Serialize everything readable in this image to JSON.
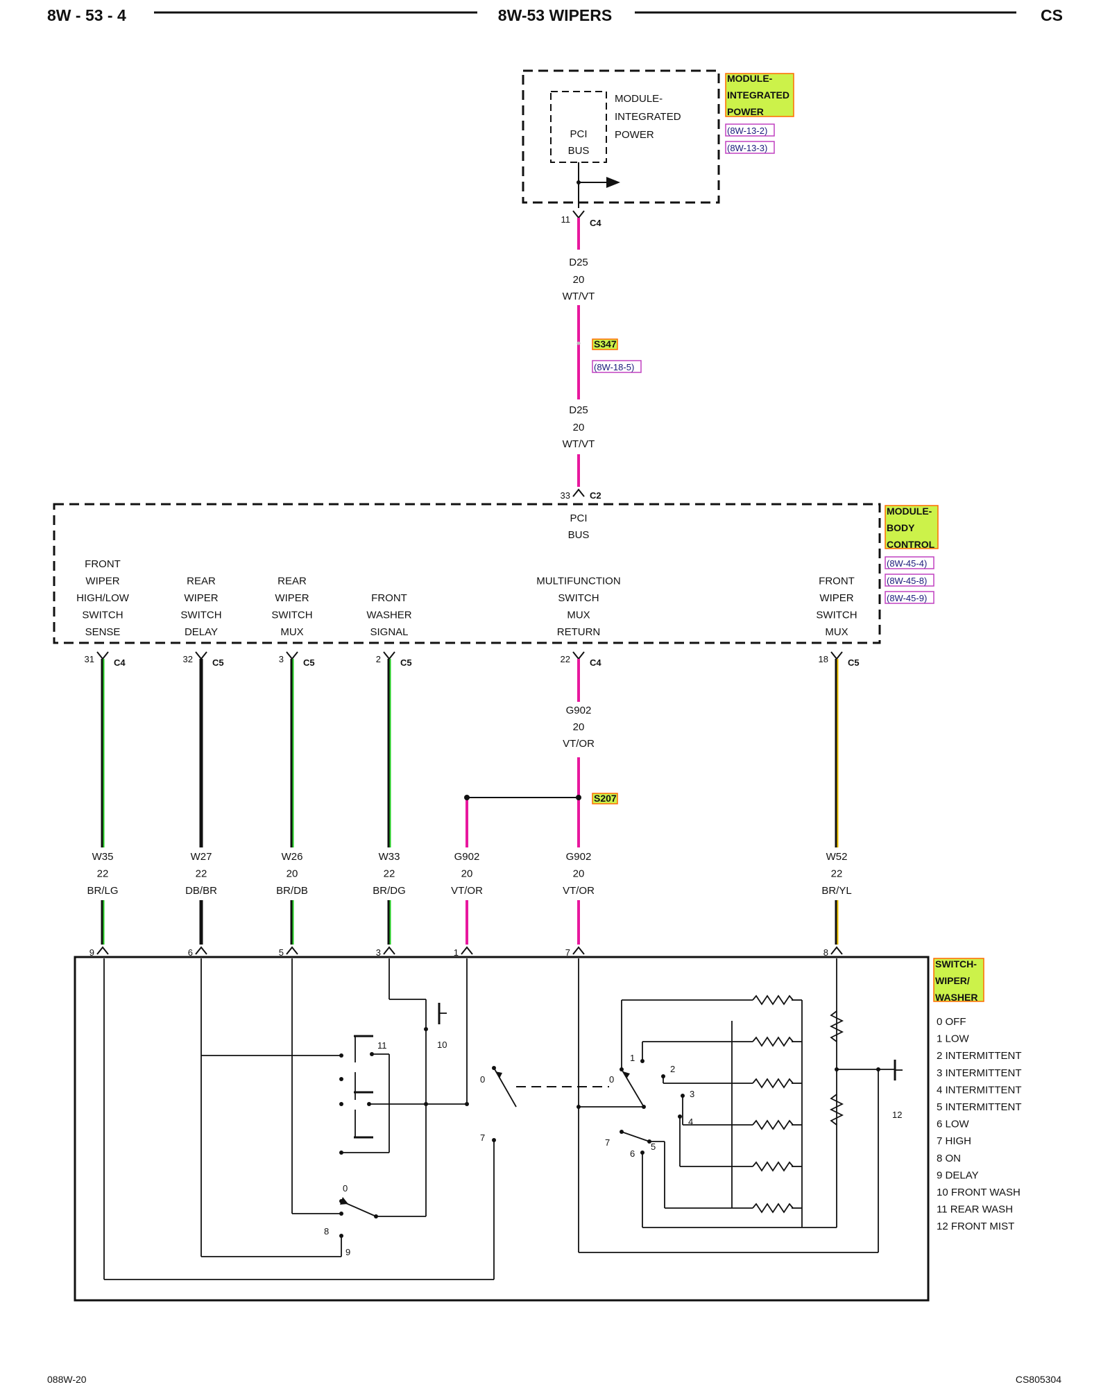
{
  "header": {
    "page_code": "8W - 53 - 4",
    "title": "8W-53 WIPERS",
    "model": "CS"
  },
  "footer": {
    "left": "088W-20",
    "right": "CS805304"
  },
  "colors": {
    "wire_vt": "#e8189e",
    "wire_lg": "#22cc22",
    "wire_yl": "#f0c400",
    "wire_dark": "#111111",
    "tag_bg": "#ccf24a",
    "tag_border": "#ff6a00",
    "ref_border": "#c040c0"
  },
  "mip": {
    "title_lines": [
      "MODULE-",
      "INTEGRATED",
      "POWER"
    ],
    "pci_lines": [
      "PCI",
      "BUS"
    ],
    "tag_lines": [
      "MODULE-",
      "INTEGRATED",
      "POWER"
    ],
    "refs": [
      "(8W-13-2)",
      "(8W-13-3)"
    ],
    "pin": "11",
    "connector": "C4"
  },
  "wire_d25": {
    "upper": [
      "D25",
      "20",
      "WT/VT"
    ],
    "lower": [
      "D25",
      "20",
      "WT/VT"
    ]
  },
  "splice_s347": {
    "tag": "S347",
    "ref": "(8W-18-5)"
  },
  "bcm": {
    "pin": "33",
    "connector": "C2",
    "pci_lines": [
      "PCI",
      "BUS"
    ],
    "tag_lines": [
      "MODULE-",
      "BODY",
      "CONTROL"
    ],
    "refs": [
      "(8W-45-4)",
      "(8W-45-8)",
      "(8W-45-9)"
    ],
    "circuits": [
      {
        "lines": [
          "FRONT",
          "WIPER",
          "HIGH/LOW",
          "SWITCH",
          "SENSE"
        ],
        "pin": "31",
        "connector": "C4"
      },
      {
        "lines": [
          "REAR",
          "WIPER",
          "SWITCH",
          "DELAY"
        ],
        "pin": "32",
        "connector": "C5"
      },
      {
        "lines": [
          "REAR",
          "WIPER",
          "SWITCH",
          "MUX"
        ],
        "pin": "3",
        "connector": "C5"
      },
      {
        "lines": [
          "FRONT",
          "WASHER",
          "SIGNAL"
        ],
        "pin": "2",
        "connector": "C5"
      },
      {
        "lines": [
          "MULTIFUNCTION",
          "SWITCH",
          "MUX",
          "RETURN"
        ],
        "pin": "22",
        "connector": "C4"
      },
      {
        "lines": [
          "FRONT",
          "WIPER",
          "SWITCH",
          "MUX"
        ],
        "pin": "18",
        "connector": "C5"
      }
    ]
  },
  "wire_g902_upper": [
    "G902",
    "20",
    "VT/OR"
  ],
  "splice_s207": {
    "tag": "S207"
  },
  "harness_wires": [
    {
      "lines": [
        "W35",
        "22",
        "BR/LG"
      ],
      "switch_pin": "9"
    },
    {
      "lines": [
        "W27",
        "22",
        "DB/BR"
      ],
      "switch_pin": "6"
    },
    {
      "lines": [
        "W26",
        "20",
        "BR/DB"
      ],
      "switch_pin": "5"
    },
    {
      "lines": [
        "W33",
        "22",
        "BR/DG"
      ],
      "switch_pin": "3"
    },
    {
      "lines": [
        "G902",
        "20",
        "VT/OR"
      ],
      "switch_pin": "1"
    },
    {
      "lines": [
        "G902",
        "20",
        "VT/OR"
      ],
      "switch_pin": "7"
    },
    {
      "lines": [
        "W52",
        "22",
        "BR/YL"
      ],
      "switch_pin": "8"
    }
  ],
  "switch": {
    "tag_lines": [
      "SWITCH-",
      "WIPER/",
      "WASHER"
    ],
    "legend": [
      "0 OFF",
      "1 LOW",
      "2 INTERMITTENT",
      "3 INTERMITTENT",
      "4 INTERMITTENT",
      "5 INTERMITTENT",
      "6 LOW",
      "7 HIGH",
      "8 ON",
      "9 DELAY",
      "10 FRONT WASH",
      "11 REAR WASH",
      "12 FRONT MIST"
    ],
    "internal_labels": {
      "rear_wash": "11",
      "front_wash": "10",
      "front_mist": "12",
      "rear_sw_off": "0",
      "rear_sw_on": "8",
      "rear_sw_delay": "9",
      "hl_off": "0",
      "hl_high": "7",
      "mux_off": "0",
      "mux_1": "1",
      "mux_2": "2",
      "mux_3": "3",
      "mux_4": "4",
      "mux_5": "5",
      "mux_6": "6",
      "mux_7": "7"
    }
  }
}
